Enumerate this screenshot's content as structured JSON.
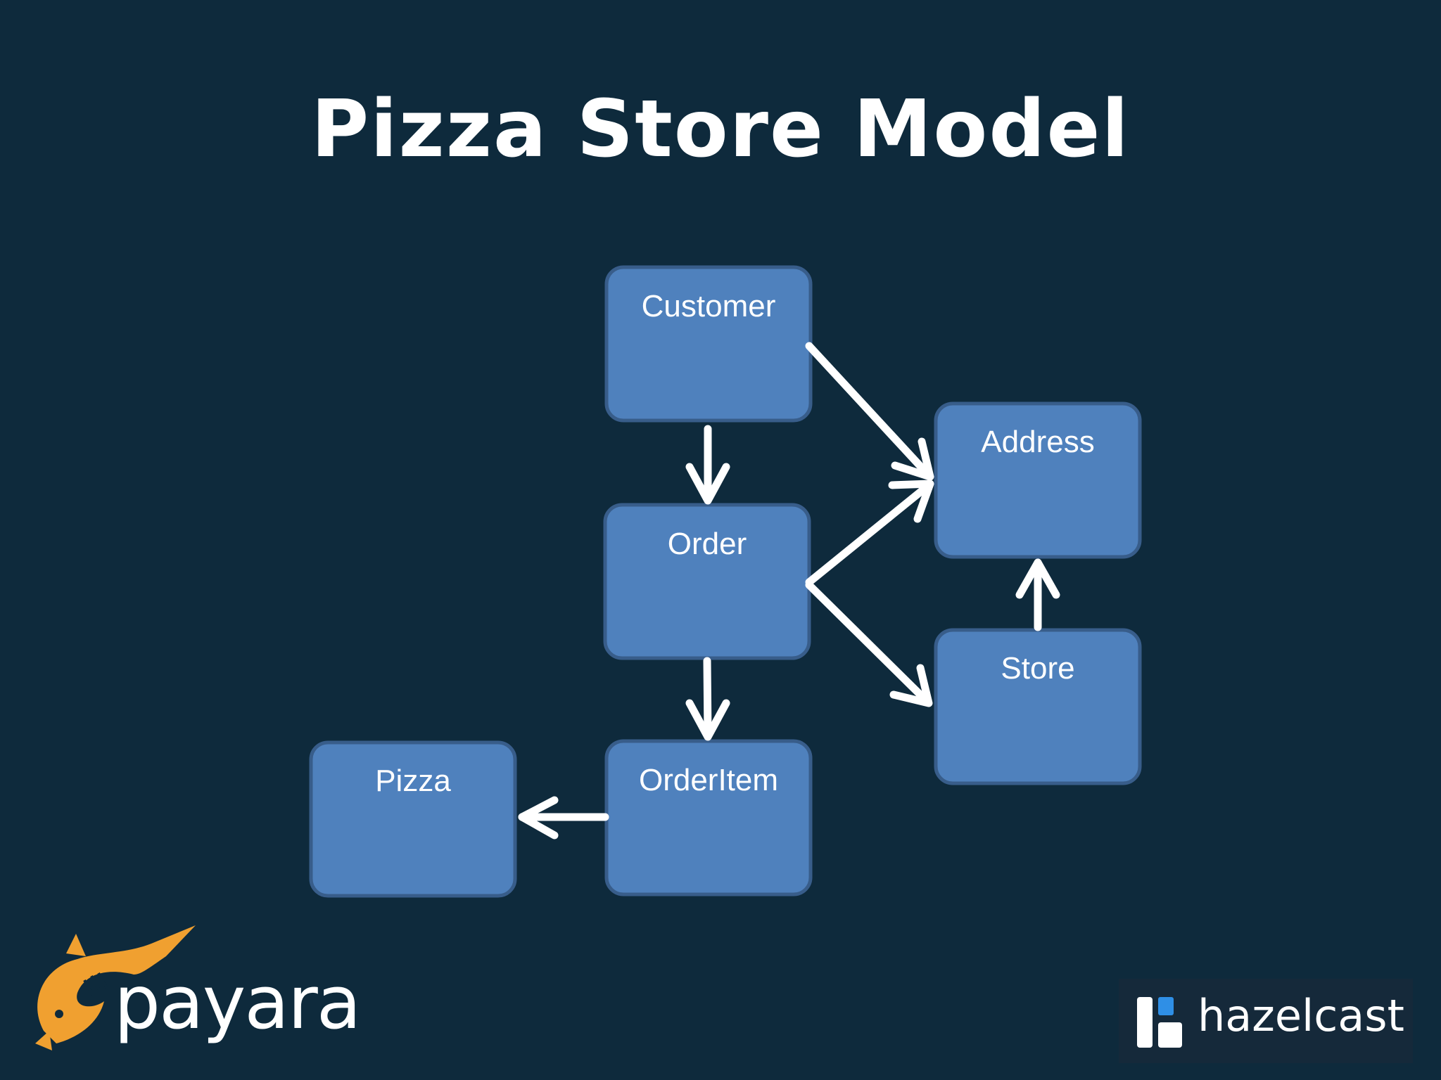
{
  "slide": {
    "title": "Pizza Store Model"
  },
  "diagram": {
    "nodes": {
      "customer": "Customer",
      "order": "Order",
      "order_item": "OrderItem",
      "pizza": "Pizza",
      "address": "Address",
      "store": "Store"
    },
    "edges": [
      {
        "from": "Customer",
        "to": "Order"
      },
      {
        "from": "Customer",
        "to": "Address"
      },
      {
        "from": "Order",
        "to": "Address"
      },
      {
        "from": "Order",
        "to": "Store"
      },
      {
        "from": "Order",
        "to": "OrderItem"
      },
      {
        "from": "OrderItem",
        "to": "Pizza"
      },
      {
        "from": "Store",
        "to": "Address"
      }
    ],
    "colors": {
      "background": "#0e2a3c",
      "box_fill": "#4f81bd",
      "box_border": "#385d8a",
      "arrow": "#ffffff"
    }
  },
  "logos": {
    "payara": {
      "text": "payara",
      "icon": "payara-fish-icon",
      "color": "#f0a030"
    },
    "hazelcast": {
      "text": "hazelcast",
      "icon": "hazelcast-blocks-icon",
      "accent": "#2f8fe6"
    }
  }
}
